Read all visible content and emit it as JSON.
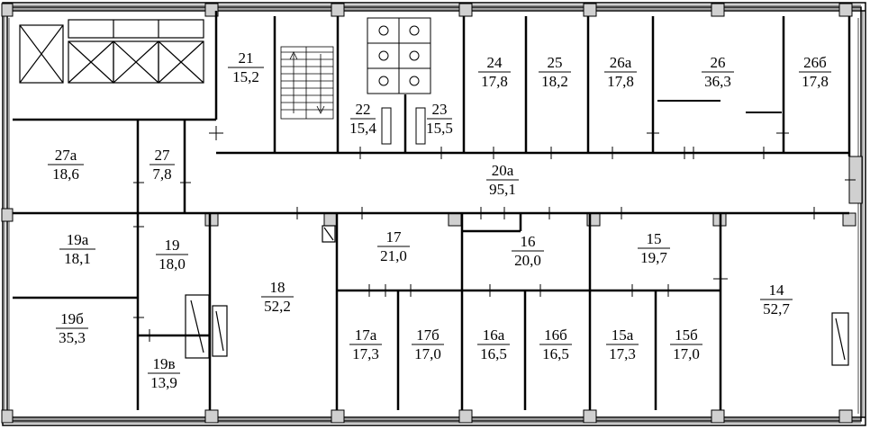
{
  "rooms": [
    {
      "id": "r21",
      "num": "21",
      "area": "15,2"
    },
    {
      "id": "r22",
      "num": "22",
      "area": "15,4"
    },
    {
      "id": "r23",
      "num": "23",
      "area": "15,5"
    },
    {
      "id": "r24",
      "num": "24",
      "area": "17,8"
    },
    {
      "id": "r25",
      "num": "25",
      "area": "18,2"
    },
    {
      "id": "r26a",
      "num": "26а",
      "area": "17,8"
    },
    {
      "id": "r26",
      "num": "26",
      "area": "36,3"
    },
    {
      "id": "r26b",
      "num": "26б",
      "area": "17,8"
    },
    {
      "id": "r27a",
      "num": "27а",
      "area": "18,6"
    },
    {
      "id": "r27",
      "num": "27",
      "area": "7,8"
    },
    {
      "id": "r20a",
      "num": "20а",
      "area": "95,1"
    },
    {
      "id": "r19a",
      "num": "19а",
      "area": "18,1"
    },
    {
      "id": "r19",
      "num": "19",
      "area": "18,0"
    },
    {
      "id": "r19b",
      "num": "19б",
      "area": "35,3"
    },
    {
      "id": "r19v",
      "num": "19в",
      "area": "13,9"
    },
    {
      "id": "r18",
      "num": "18",
      "area": "52,2"
    },
    {
      "id": "r17",
      "num": "17",
      "area": "21,0"
    },
    {
      "id": "r16",
      "num": "16",
      "area": "20,0"
    },
    {
      "id": "r15",
      "num": "15",
      "area": "19,7"
    },
    {
      "id": "r14",
      "num": "14",
      "area": "52,7"
    },
    {
      "id": "r17a",
      "num": "17а",
      "area": "17,3"
    },
    {
      "id": "r17b",
      "num": "17б",
      "area": "17,0"
    },
    {
      "id": "r16a",
      "num": "16а",
      "area": "16,5"
    },
    {
      "id": "r16b",
      "num": "16б",
      "area": "16,5"
    },
    {
      "id": "r15a",
      "num": "15а",
      "area": "17,3"
    },
    {
      "id": "r15b",
      "num": "15б",
      "area": "17,0"
    }
  ]
}
